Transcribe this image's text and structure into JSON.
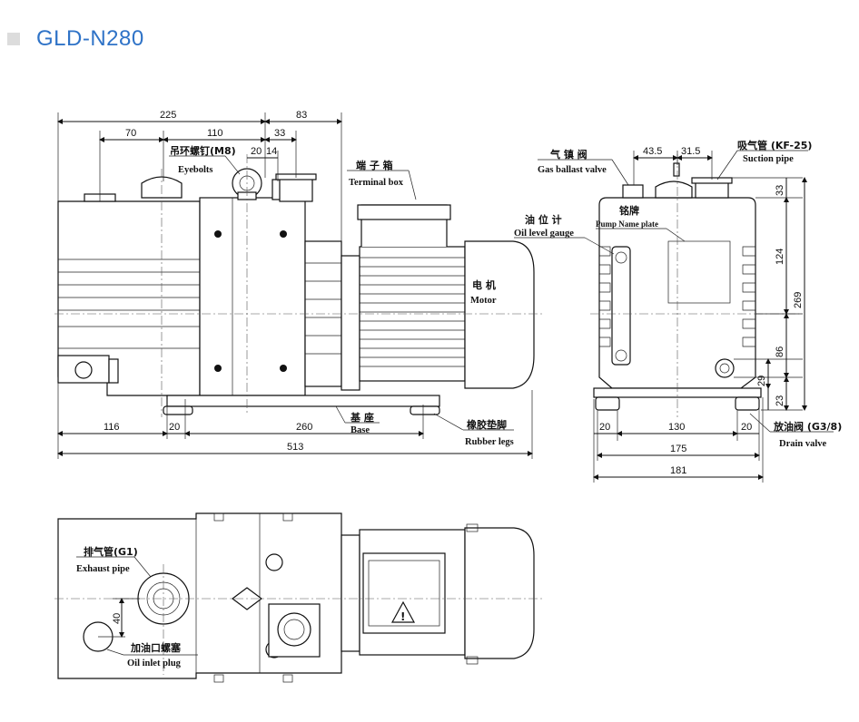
{
  "header": {
    "title": "GLD-N280"
  },
  "front_view": {
    "dims": {
      "d225": "225",
      "d83": "83",
      "d70": "70",
      "d110": "110",
      "d33": "33",
      "d20": "20",
      "d14": "14",
      "d116": "116",
      "d20b": "20",
      "d260": "260",
      "d513": "513"
    },
    "labels": {
      "eyebolts_cn": "吊环螺钉(M8)",
      "eyebolts_en": "Eyebolts",
      "terminal_cn": "端 子 箱",
      "terminal_en": "Terminal box",
      "motor_cn": "电 机",
      "motor_en": "Motor",
      "base_cn": "基 座",
      "base_en": "Base",
      "rubber_cn": "橡胶垫脚",
      "rubber_en": "Rubber legs"
    }
  },
  "side_view": {
    "dims": {
      "d435": "43.5",
      "d315": "31.5",
      "d33": "33",
      "d124": "124",
      "d269": "269",
      "d86": "86",
      "d29": "29",
      "d23": "23",
      "d20a": "20",
      "d130": "130",
      "d20b": "20",
      "d175": "175",
      "d181": "181"
    },
    "labels": {
      "ballast_cn": "气 镇 阀",
      "ballast_en": "Gas ballast valve",
      "suction_cn": "吸气管 (KF-25)",
      "suction_en": "Suction pipe",
      "nameplate_cn": "铭牌",
      "nameplate_en": "Pump Name plate",
      "oil_cn": "油 位 计",
      "oil_en": "Oil level gauge",
      "drain_cn": "放油阀 (G3/8)",
      "drain_en": "Drain valve"
    }
  },
  "top_view": {
    "dims": {
      "d40": "40"
    },
    "labels": {
      "exhaust_cn": "排气管(G1)",
      "exhaust_en": "Exhaust pipe",
      "inlet_cn": "加油口螺塞",
      "inlet_en": "Oil inlet plug"
    }
  }
}
